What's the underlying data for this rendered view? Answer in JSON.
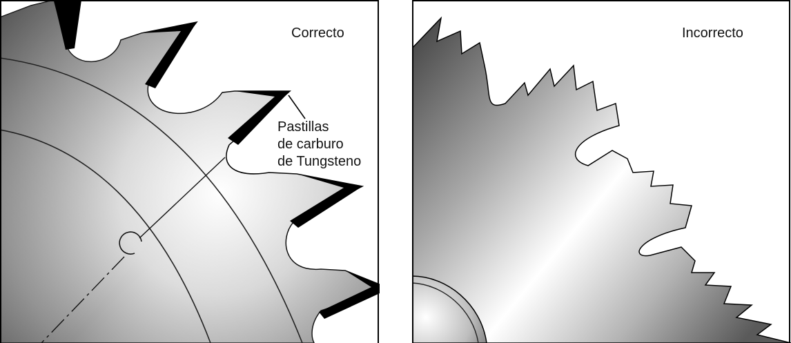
{
  "panels": {
    "correct": {
      "title": "Correcto",
      "callout_lines": [
        "Pastillas",
        "de carburo",
        "de Tungsteno"
      ]
    },
    "incorrect": {
      "title": "Incorrecto"
    }
  },
  "colors": {
    "frame": "#000000",
    "blade_dark": "#5a5a5a",
    "blade_light": "#f4f4f4",
    "carbide_tip": "#000000"
  }
}
